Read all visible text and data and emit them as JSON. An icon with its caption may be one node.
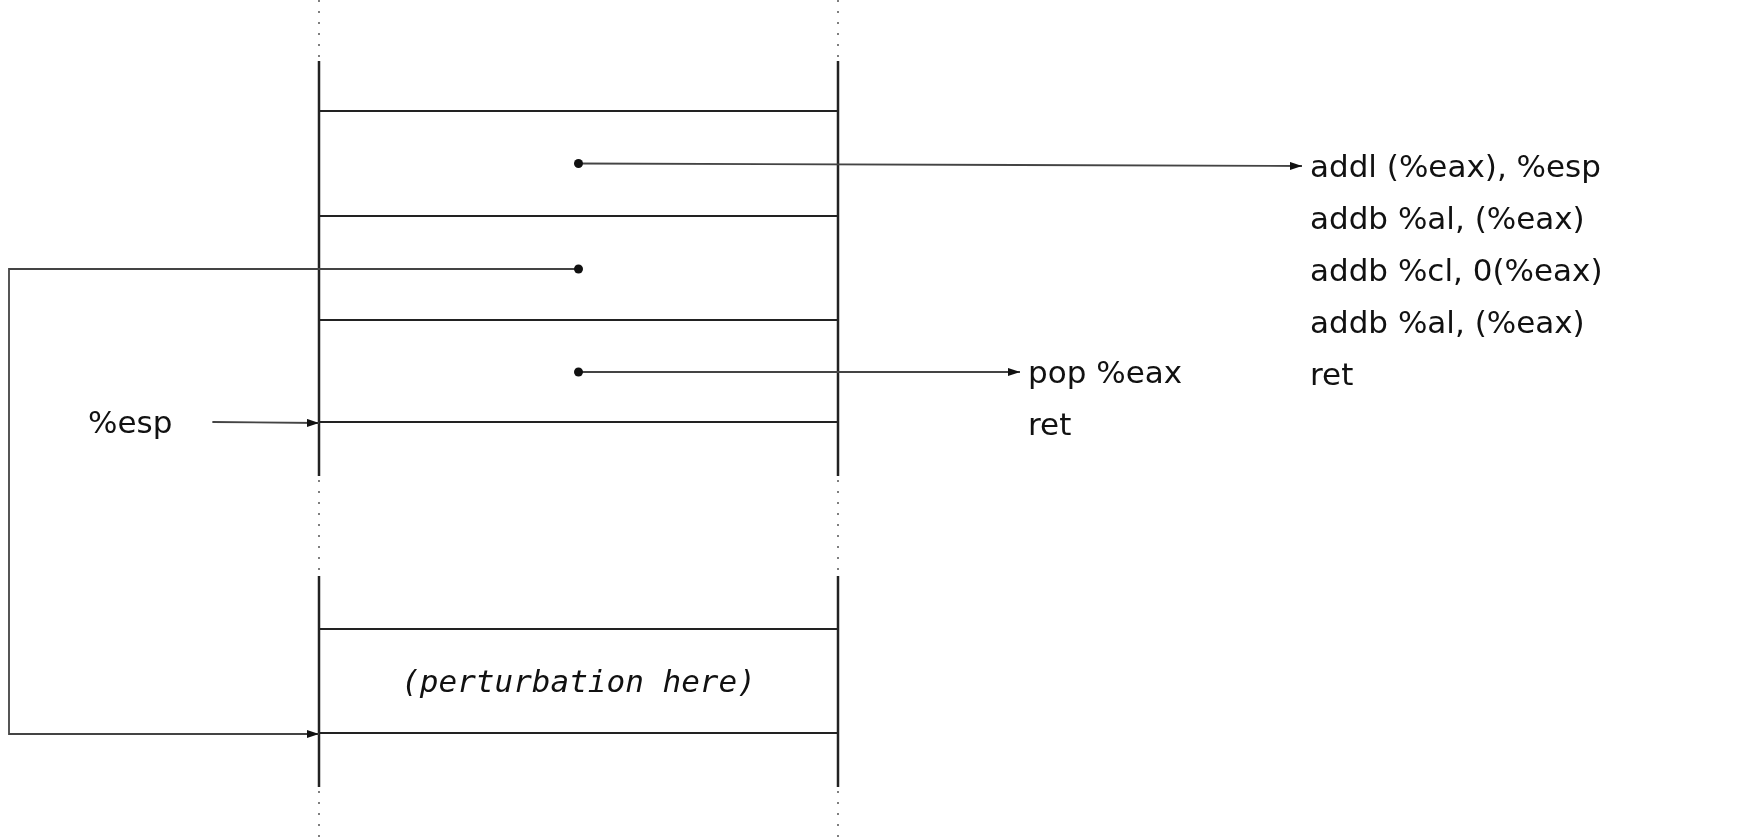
{
  "diagram": {
    "nodes": [
      {
        "text": [],
        "shape": "box"
      },
      {
        "text": [],
        "shape": "box"
      },
      {
        "text": [],
        "shape": "box"
      },
      {
        "text": [
          "(perturbation here)"
        ]
      },
      {
        "text": [
          "addl (%eax), %esp",
          "addb %al, (%eax)",
          "addb %cl, 0(%eax)",
          "addb %al, (%eax)",
          "ret"
        ]
      },
      {
        "text": [
          "pop %eax",
          "ret"
        ]
      },
      {
        "text": [
          "%esp"
        ]
      }
    ],
    "edges": [
      {
        "from": 0,
        "to": 4,
        "arrow": "to"
      },
      {
        "from": 1,
        "to": 3,
        "arrow": "to"
      },
      {
        "from": 2,
        "to": 5,
        "arrow": "to"
      },
      {
        "from": 6,
        "to": 2,
        "arrow": "to"
      }
    ]
  }
}
